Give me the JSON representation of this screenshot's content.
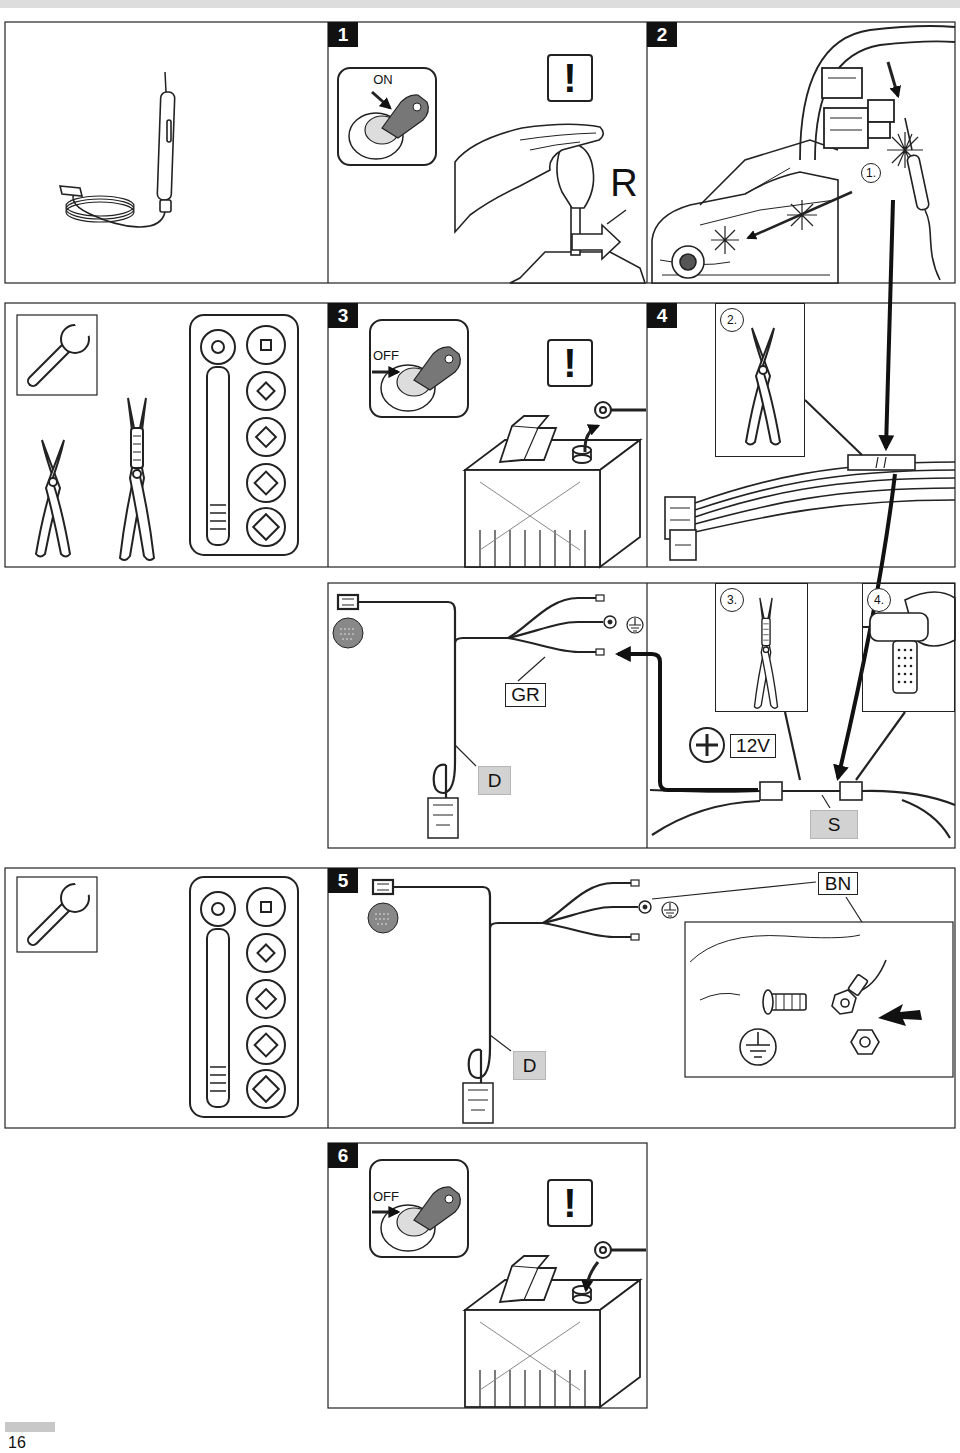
{
  "diagram": {
    "nodes": [
      {
        "text": [
          "1"
        ]
      },
      {
        "text": [
          "2"
        ]
      },
      {
        "text": [
          "3"
        ]
      },
      {
        "text": [
          "4"
        ]
      },
      {
        "text": [
          "2."
        ],
        "in": 3
      },
      {
        "text": [
          "GR"
        ]
      },
      {
        "text": [
          "D"
        ]
      },
      {
        "text": [
          "3."
        ],
        "in": 3
      },
      {
        "text": [
          "4."
        ],
        "in": 3
      },
      {
        "text": [
          "12V"
        ],
        "in": 3
      },
      {
        "text": [
          "S"
        ],
        "in": 3
      },
      {
        "text": [
          "5"
        ]
      },
      {
        "text": [
          "D"
        ],
        "in": 11
      },
      {
        "text": [
          "BN"
        ],
        "in": 11
      },
      {
        "text": [
          "6"
        ]
      }
    ],
    "labels": [
      "ON",
      "R",
      "1.",
      "!",
      "OFF",
      "!",
      "OFF",
      "!",
      "16"
    ]
  }
}
